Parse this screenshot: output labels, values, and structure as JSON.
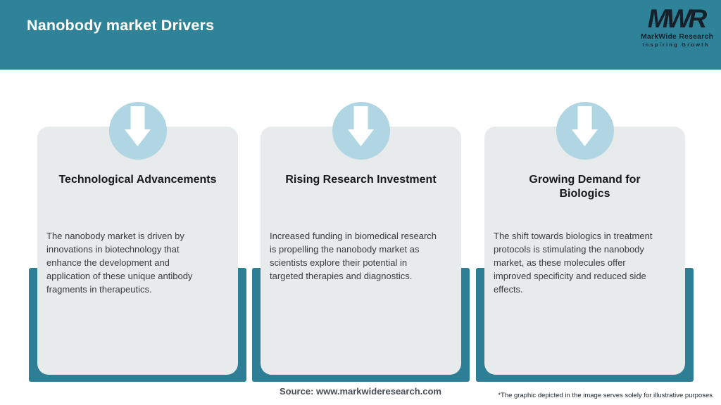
{
  "header": {
    "title": "Nanobody market Drivers",
    "logo": {
      "monogram": "MWR",
      "name": "MarkWide Research",
      "tagline": "Inspiring Growth"
    }
  },
  "cards": [
    {
      "icon": "down-arrow-icon",
      "title": "Technological Advancements",
      "body": "The nanobody market is driven by\ninnovations in biotechnology that\nenhance the development and\napplication of these unique antibody\nfragments in therapeutics."
    },
    {
      "icon": "down-arrow-icon",
      "title": "Rising Research Investment",
      "body": "Increased funding in biomedical research\nis propelling the nanobody market as\nscientists explore their potential in\ntargeted therapies and diagnostics."
    },
    {
      "icon": "down-arrow-icon",
      "title": "Growing Demand for\nBiologics",
      "body": "The shift towards biologics in treatment\nprotocols is stimulating the nanobody\nmarket, as these molecules offer\nimproved specificity and reduced side\neffects."
    }
  ],
  "footer": {
    "source": "Source: www.markwideresearch.com",
    "disclaimer": "*The graphic depicted in the image serves solely for illustrative purposes"
  },
  "colors": {
    "header_teal": "#2F8399",
    "backing_teal": "#2E7E95",
    "circle_blue": "#AFD6E2",
    "card_gray": "#E8EBEC",
    "logo_dark": "#15202B",
    "title_text": "#17191C",
    "body_text": "#3A3A3A",
    "source_text": "#454E57"
  }
}
